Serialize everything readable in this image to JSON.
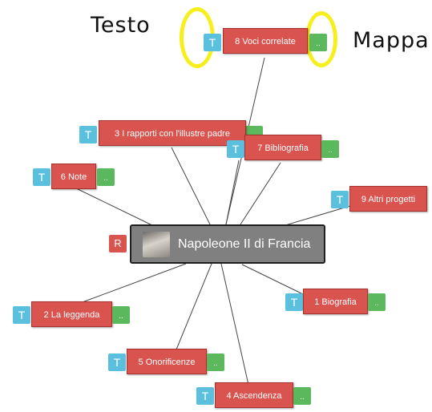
{
  "annotations": {
    "left": "Testo",
    "right": "Mappa"
  },
  "center": {
    "title": "Napoleone II di Francia",
    "r_label": "R",
    "image_icon": "portrait-thumbnail"
  },
  "buttons": {
    "t_label": "T",
    "map_label": "..",
    "t_color": "#5bc0de",
    "map_color": "#5cb85c",
    "node_color": "#d9534f"
  },
  "nodes": [
    {
      "label": "8 Voci correlate"
    },
    {
      "label": "3 I rapporti con l'illustre padre"
    },
    {
      "label": "7 Bibliografia"
    },
    {
      "label": "6 Note"
    },
    {
      "label": "9 Altri progetti"
    },
    {
      "label": "1 Biografia"
    },
    {
      "label": "2 La leggenda"
    },
    {
      "label": "5 Onorificenze"
    },
    {
      "label": "4 Ascendenza"
    }
  ]
}
